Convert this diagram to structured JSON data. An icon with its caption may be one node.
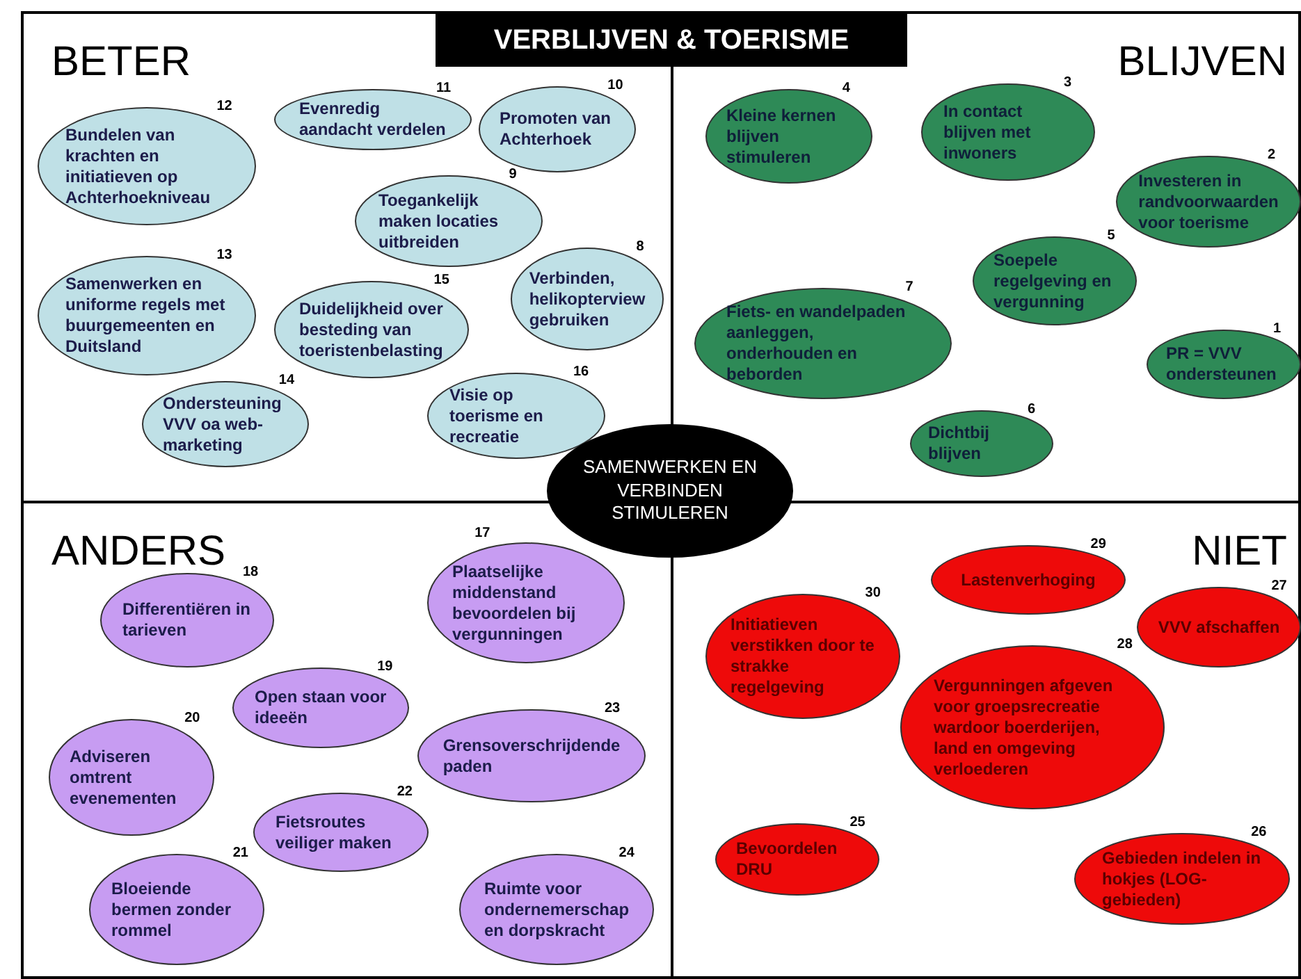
{
  "diagram": {
    "title": "VERBLIJVEN & TOERISME",
    "nodes": [
      {
        "text": [
          "BETER"
        ]
      },
      {
        "text": [
          "Evenredig aandacht verdelen"
        ],
        "in": 0,
        "beside": [
          "11"
        ]
      },
      {
        "text": [
          "Promoten van Achterhoek"
        ],
        "in": 0,
        "beside": [
          "10"
        ]
      },
      {
        "text": [
          "Bundelen van krachten en initiatieven op Achterhoekniveau"
        ],
        "in": 0,
        "beside": [
          "12"
        ]
      },
      {
        "text": [
          "Toegankelijk maken locaties uitbreiden"
        ],
        "in": 0,
        "beside": [
          "9"
        ]
      },
      {
        "text": [
          "Verbinden, helikopterview gebruiken"
        ],
        "in": 0,
        "beside": [
          "8"
        ]
      },
      {
        "text": [
          "Samenwerken en uniforme regels met buurgemeenten en Duitsland"
        ],
        "in": 0,
        "beside": [
          "13"
        ]
      },
      {
        "text": [
          "Duidelijkheid over besteding van toeristenbelasting"
        ],
        "in": 0,
        "beside": [
          "15"
        ]
      },
      {
        "text": [
          "Ondersteuning VVV oa web-marketing"
        ],
        "in": 0,
        "beside": [
          "14"
        ]
      },
      {
        "text": [
          "Visie op toerisme en recreatie"
        ],
        "in": 0,
        "beside": [
          "16"
        ]
      },
      {
        "text": [
          "BLIJVEN"
        ]
      },
      {
        "text": [
          "Kleine kernen blijven stimuleren"
        ],
        "in": 10,
        "beside": [
          "4"
        ]
      },
      {
        "text": [
          "In contact blijven met inwoners"
        ],
        "in": 10,
        "beside": [
          "3"
        ]
      },
      {
        "text": [
          "Investeren in randvoorwaarden voor toerisme"
        ],
        "in": 10,
        "beside": [
          "2"
        ]
      },
      {
        "text": [
          "Soepele regelgeving en vergunning"
        ],
        "in": 10,
        "beside": [
          "5"
        ]
      },
      {
        "text": [
          "Fiets- en wandelpaden aanleggen, onderhouden en beborden"
        ],
        "in": 10,
        "beside": [
          "7"
        ]
      },
      {
        "text": [
          "PR = VVV ondersteunen"
        ],
        "in": 10,
        "beside": [
          "1"
        ]
      },
      {
        "text": [
          "Dichtbij blijven"
        ],
        "in": 10,
        "beside": [
          "6"
        ]
      },
      {
        "text": [
          "SAMENWERKEN EN VERBINDEN",
          "STIMULEREN"
        ]
      },
      {
        "text": [
          "ANDERS"
        ]
      },
      {
        "text": [
          "Plaatselijke middenstand bevoordelen bij vergunningen"
        ],
        "in": 19,
        "beside": [
          "17"
        ]
      },
      {
        "text": [
          "Differentiëren in tarieven"
        ],
        "in": 19,
        "beside": [
          "18"
        ]
      },
      {
        "text": [
          "Open staan voor ideeën"
        ],
        "in": 19,
        "beside": [
          "19"
        ]
      },
      {
        "text": [
          "Adviseren omtrent evenementen"
        ],
        "in": 19,
        "beside": [
          "20"
        ]
      },
      {
        "text": [
          "Grensoverschrijdende paden"
        ],
        "in": 19,
        "beside": [
          "23"
        ]
      },
      {
        "text": [
          "Fietsroutes veiliger maken"
        ],
        "in": 19,
        "beside": [
          "22"
        ]
      },
      {
        "text": [
          "Bloeiende bermen zonder rommel"
        ],
        "in": 19,
        "beside": [
          "21"
        ]
      },
      {
        "text": [
          "Ruimte voor ondernemerschap en dorpskracht"
        ],
        "in": 19,
        "beside": [
          "24"
        ]
      },
      {
        "text": [
          "NIET"
        ]
      },
      {
        "text": [
          "Lastenverhoging"
        ],
        "in": 28,
        "beside": [
          "29"
        ]
      },
      {
        "text": [
          "Initiatieven verstikken door te strakke regelgeving"
        ],
        "in": 28,
        "beside": [
          "30"
        ]
      },
      {
        "text": [
          "VVV afschaffen"
        ],
        "in": 28,
        "beside": [
          "27"
        ]
      },
      {
        "text": [
          "Vergunningen afgeven voor groepsrecreatie wardoor boerderijen, land en omgeving verloederen"
        ],
        "in": 28,
        "beside": [
          "28"
        ]
      },
      {
        "text": [
          "Bevoordelen DRU"
        ],
        "in": 28,
        "beside": [
          "25"
        ]
      },
      {
        "text": [
          "Gebieden indelen in hokjes (LOG-gebieden)"
        ],
        "in": 28,
        "beside": [
          "26"
        ]
      }
    ],
    "edges": []
  }
}
